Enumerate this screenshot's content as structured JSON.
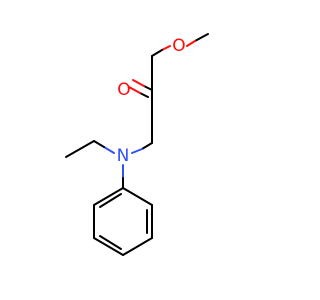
{
  "molecule": {
    "atoms": [
      {
        "id": "O_carbonyl",
        "label": "O",
        "color": "#ff0d0d"
      },
      {
        "id": "O_ether",
        "label": "O",
        "color": "#ff0d0d"
      },
      {
        "id": "N_amine",
        "label": "N",
        "color": "#3050f8"
      }
    ]
  }
}
